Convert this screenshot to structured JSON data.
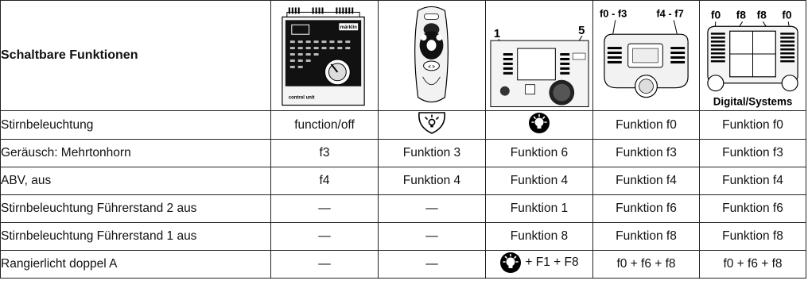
{
  "header": {
    "title": "Schaltbare Funktionen",
    "dev3_markers": [
      "1",
      "5"
    ],
    "dev4_markers": [
      "f0 - f3",
      "f4 - f7"
    ],
    "dev5_markers": [
      "f0",
      "f8",
      "f8",
      "f0"
    ],
    "dev5_caption": "Digital/Systems",
    "dev1_logo": "märklin",
    "dev1_caption": "control unit"
  },
  "rows": [
    {
      "label": "Stirnbeleuchtung",
      "c1": "function/off",
      "c2": "",
      "c3": "",
      "c4": "Funktion f0",
      "c5": "Funktion f0",
      "c2_icon": "light-button-icon",
      "c3_icon": "light-bulb-icon"
    },
    {
      "label": "Geräusch: Mehrtonhorn",
      "c1": "f3",
      "c2": "Funktion 3",
      "c3": "Funktion 6",
      "c4": "Funktion f3",
      "c5": "Funktion f3"
    },
    {
      "label": "ABV, aus",
      "c1": "f4",
      "c2": "Funktion 4",
      "c3": "Funktion 4",
      "c4": "Funktion f4",
      "c5": "Funktion f4"
    },
    {
      "label": "Stirnbeleuchtung Führerstand 2 aus",
      "c1": "—",
      "c2": "—",
      "c3": "Funktion 1",
      "c4": "Funktion f6",
      "c5": "Funktion f6"
    },
    {
      "label": "Stirnbeleuchtung Führerstand 1 aus",
      "c1": "—",
      "c2": "—",
      "c3": "Funktion 8",
      "c4": "Funktion f8",
      "c5": "Funktion f8"
    },
    {
      "label": "Rangierlicht doppel A",
      "c1": "—",
      "c2": "—",
      "c3": "+ F1 + F8",
      "c4": "f0 + f6 + f8",
      "c5": "f0 + f6 + f8",
      "c3_icon": "light-bulb-icon"
    }
  ]
}
